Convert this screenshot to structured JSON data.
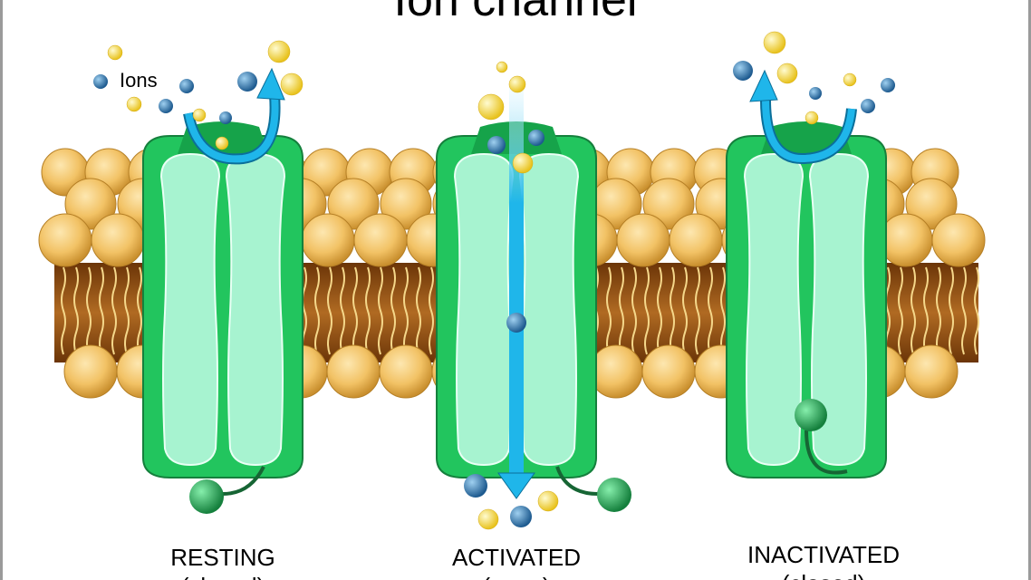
{
  "title": "Ion channel",
  "ions_label": "Ions",
  "states": [
    {
      "name": "RESTING",
      "sub": "(closed)"
    },
    {
      "name": "ACTIVATED",
      "sub": "(open)"
    },
    {
      "name": "INACTIVATED",
      "sub": "(closed)"
    }
  ],
  "colors": {
    "lipid_head": "#f2c265",
    "lipid_tail": "#8a4c15",
    "channel_outer": "#22c55e",
    "channel_inner": "#a7f3d0",
    "ion_blue": "#2f6fa8",
    "ion_yellow": "#f7de4a",
    "arrow": "#1fb6ea",
    "gate": "#22c55e"
  }
}
